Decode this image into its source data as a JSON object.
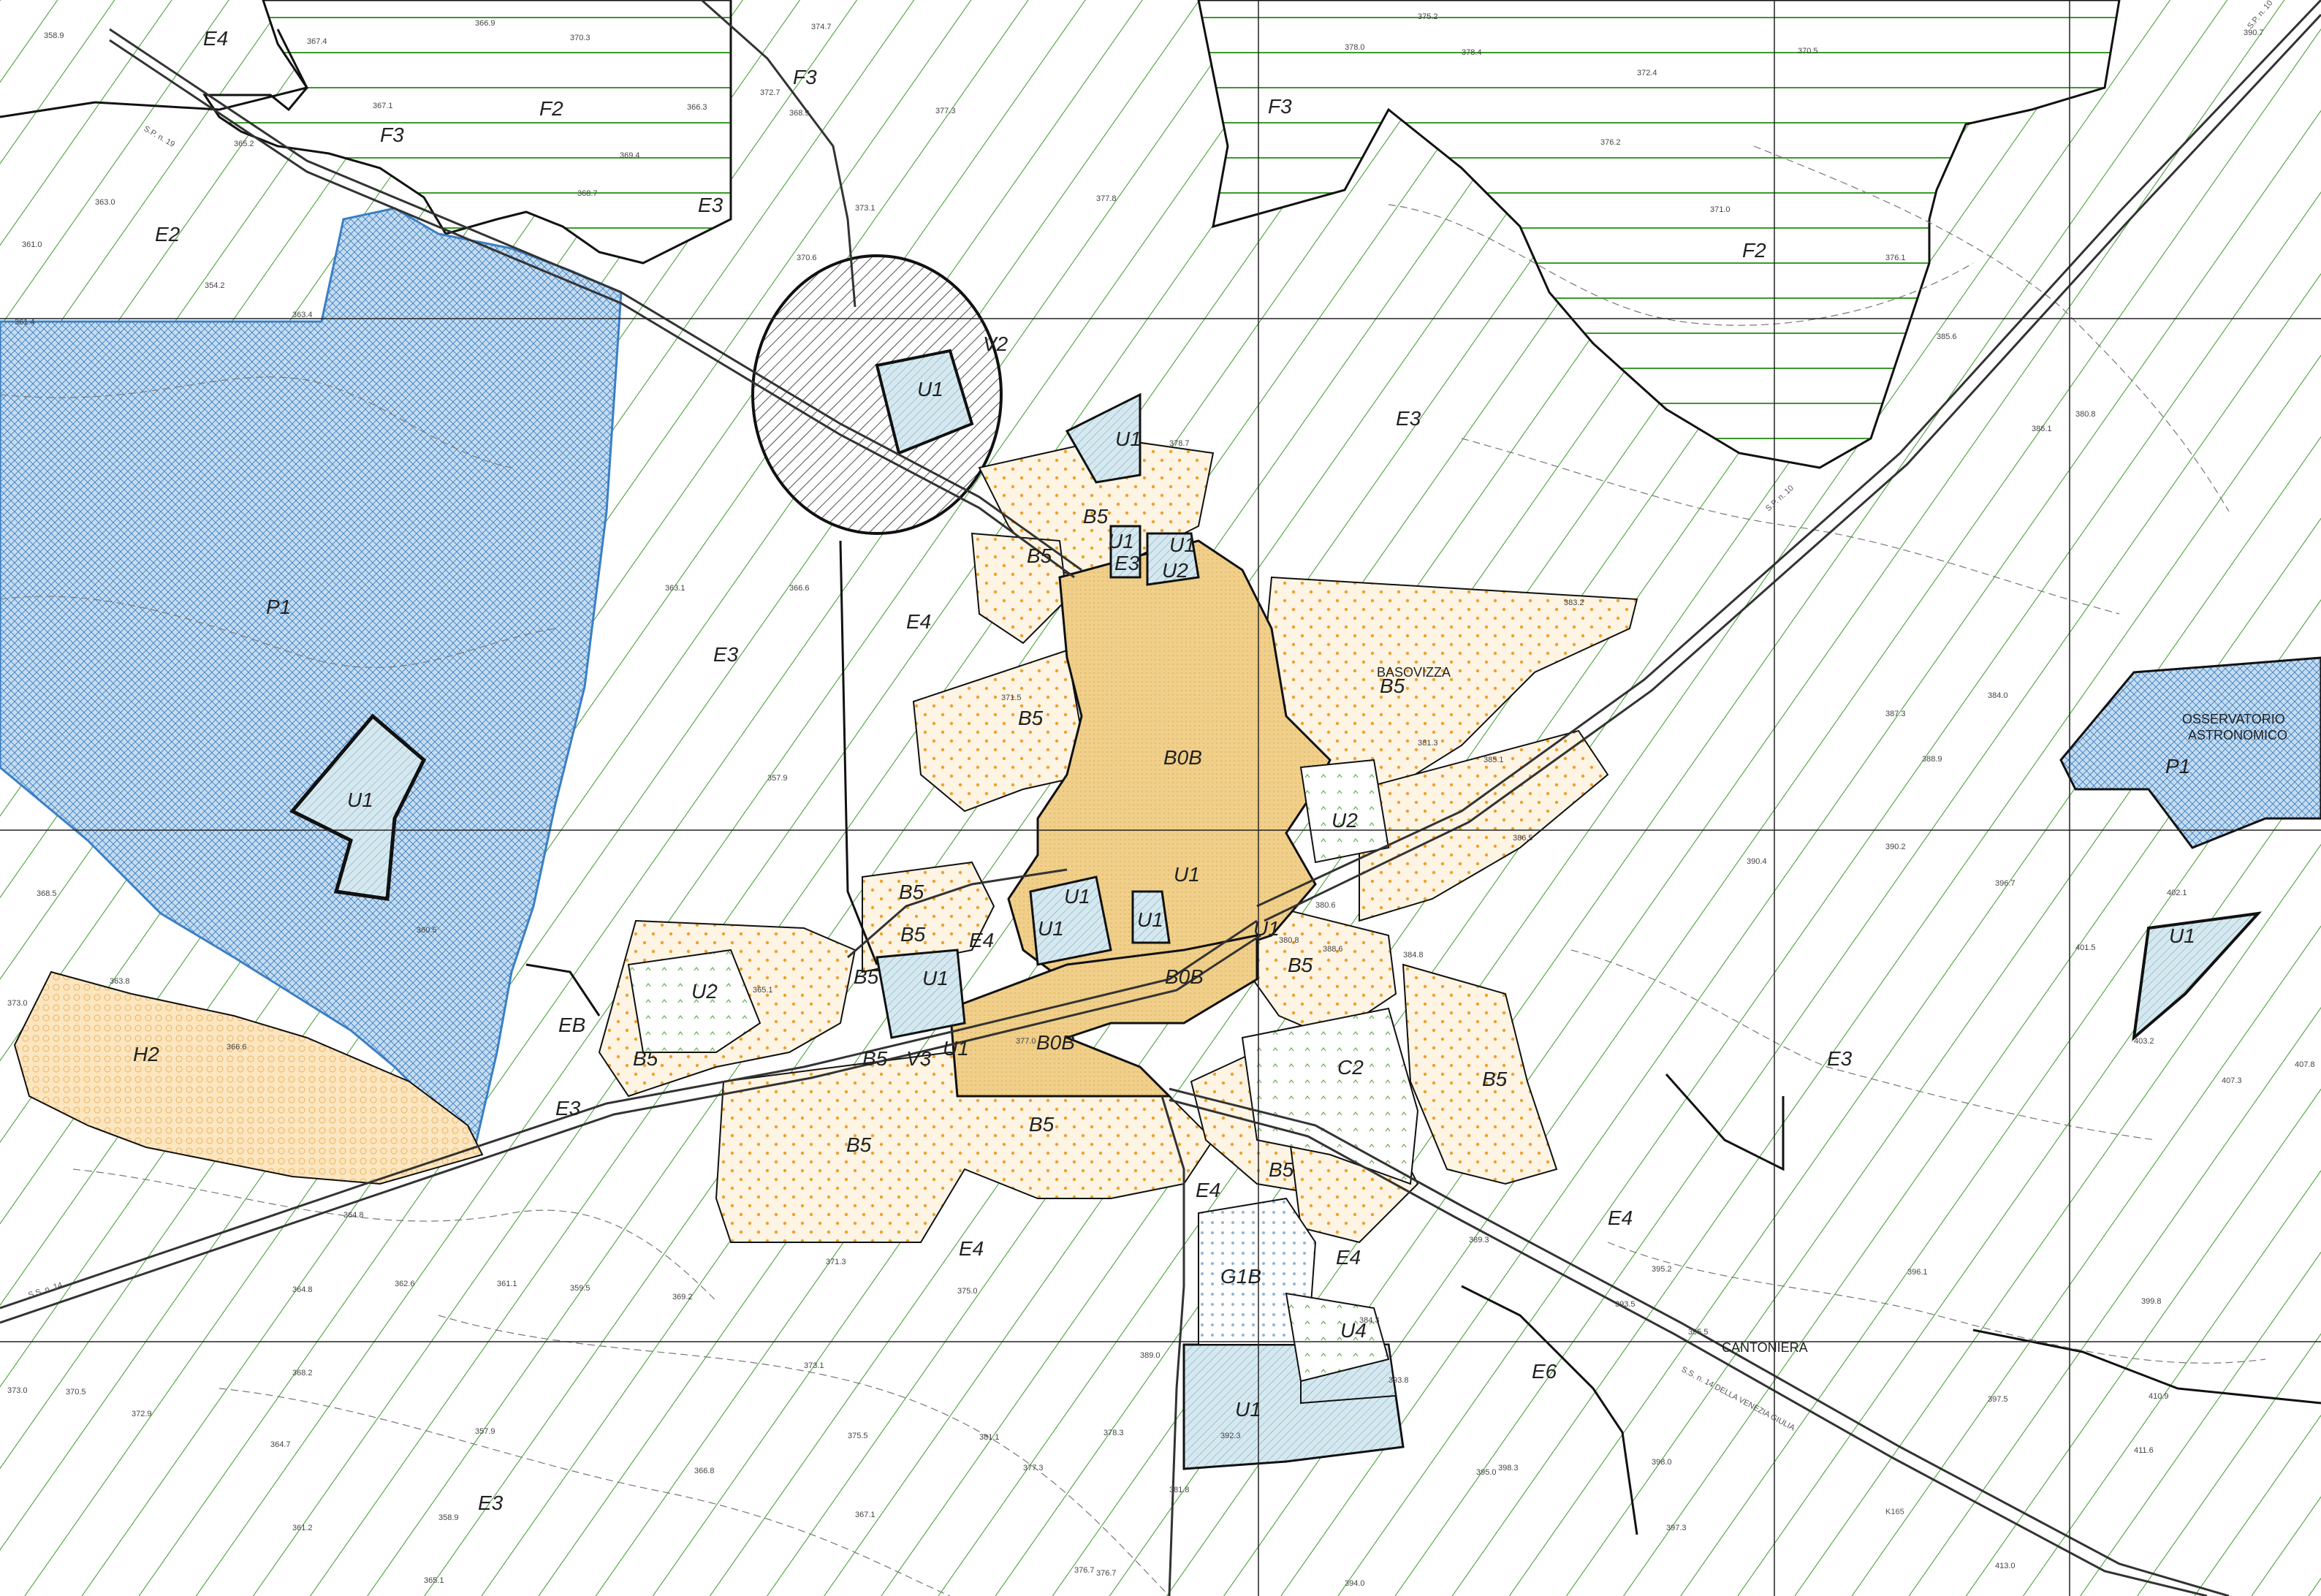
{
  "map": {
    "colors": {
      "background": "#ffffff",
      "hatch_green": "#3a9a2a",
      "p1_blue": "#3b7fc4",
      "p1_fill": "#c6dcef",
      "u1_fill": "#d6e8ef",
      "b0b_fill": "#f0cf8a",
      "b5_dot": "#f0a028",
      "h2_fill": "#fbe6bf",
      "outline": "#111111",
      "contour": "#777777",
      "road": "#444444"
    },
    "place_names": {
      "basovizza": "BASOVIZZA",
      "osservatorio_1": "OSSERVATORIO",
      "osservatorio_2": "ASTRONOMICO",
      "cantoniera": "CANTONIERA"
    },
    "zone_labels": {
      "e4_a": "E4",
      "f3_a": "F3",
      "f2_a": "F2",
      "f3_b": "F3",
      "f3_c": "F3",
      "e3_a": "E3",
      "e2": "E2",
      "v2": "V2",
      "u1_a": "U1",
      "u1_b": "U1",
      "e3_b": "E3",
      "f2_b": "F2",
      "b5_a": "B5",
      "u1_c": "U1",
      "u1_d": "U1",
      "u2_a": "U2",
      "e3_c": "E3",
      "b5_b": "B5",
      "e4_b": "E4",
      "p1_a": "P1",
      "e3_d": "E3",
      "b5_c": "B5",
      "b0b_a": "B0B",
      "b5_d": "B5",
      "u1_e": "U1",
      "u2_b": "U2",
      "u1_f": "U1",
      "u1_g": "U1",
      "p1_b": "P1",
      "b5_e": "B5",
      "b5_f": "B5",
      "e4_c": "E4",
      "u1_h": "U1",
      "u1_i": "U1",
      "u1_j": "U1",
      "b5_g": "B5",
      "u1_k": "U1",
      "u2_c": "U2",
      "b0b_b": "B0B",
      "b5_h": "B5",
      "h2": "H2",
      "eb": "EB",
      "b5_i": "B5",
      "b5_j": "B5",
      "v3": "V3",
      "u1_l": "U1",
      "b0b_c": "B0B",
      "c2": "C2",
      "b5_k": "B5",
      "e3_e": "E3",
      "e3_f": "E3",
      "b5_l": "B5",
      "b5_m": "B5",
      "b5_n": "B5",
      "e4_d": "E4",
      "e4_e": "E4",
      "e4_f": "E4",
      "g1b": "G1B",
      "e4_g": "E4",
      "u4": "U4",
      "e6": "E6",
      "u1_m": "U1",
      "e3_g": "E3"
    },
    "road_labels": {
      "sp_19": "S.P. n. 19",
      "sp_10_a": "S.P. n. 10",
      "sp_10_b": "S.P. n. 10",
      "ss_14": "S.S. n. 14",
      "ss_14_b": "S.S. n. 14 DELLA VENEZIA GIULIA",
      "km": "K165"
    },
    "spot_heights": [
      "358.9",
      "367.4",
      "366.9",
      "370.3",
      "374.7",
      "375.2",
      "372.7",
      "368.9",
      "366.3",
      "367.1",
      "369.4",
      "368.7",
      "365.2",
      "363.0",
      "361.0",
      "354.2",
      "361.4",
      "363.4",
      "370.6",
      "377.3",
      "377.8",
      "373.1",
      "378.0",
      "378.4",
      "372.4",
      "390.7",
      "370.5",
      "376.2",
      "371.0",
      "376.1",
      "380.8",
      "383.2",
      "385.6",
      "386.1",
      "384.0",
      "387.3",
      "388.9",
      "390.2",
      "396.7",
      "401.5",
      "402.1",
      "403.2",
      "407.8",
      "407.3",
      "390.4",
      "388.6",
      "378.7",
      "380.8",
      "384.8",
      "386.5",
      "385.1",
      "381.3",
      "380.6",
      "375.0",
      "377.0",
      "371.5",
      "366.6",
      "363.1",
      "368.5",
      "363.8",
      "360.5",
      "357.9",
      "365.1",
      "373.0",
      "366.6",
      "364.8",
      "362.6",
      "361.1",
      "359.5",
      "369.2",
      "364.8",
      "368.2",
      "364.7",
      "357.9",
      "358.9",
      "366.8",
      "371.3",
      "373.1",
      "375.5",
      "381.1",
      "378.3",
      "389.0",
      "392.3",
      "393.8",
      "395.0",
      "398.3",
      "398.0",
      "397.3",
      "394.0",
      "376.7",
      "367.1",
      "361.2",
      "365.1",
      "373.0",
      "372.9",
      "370.5",
      "376.7",
      "377.3",
      "381.8",
      "384.3",
      "389.3",
      "393.5",
      "395.2",
      "395.5",
      "396.1",
      "399.8",
      "410.9",
      "411.6",
      "413.0",
      "397.5"
    ]
  }
}
